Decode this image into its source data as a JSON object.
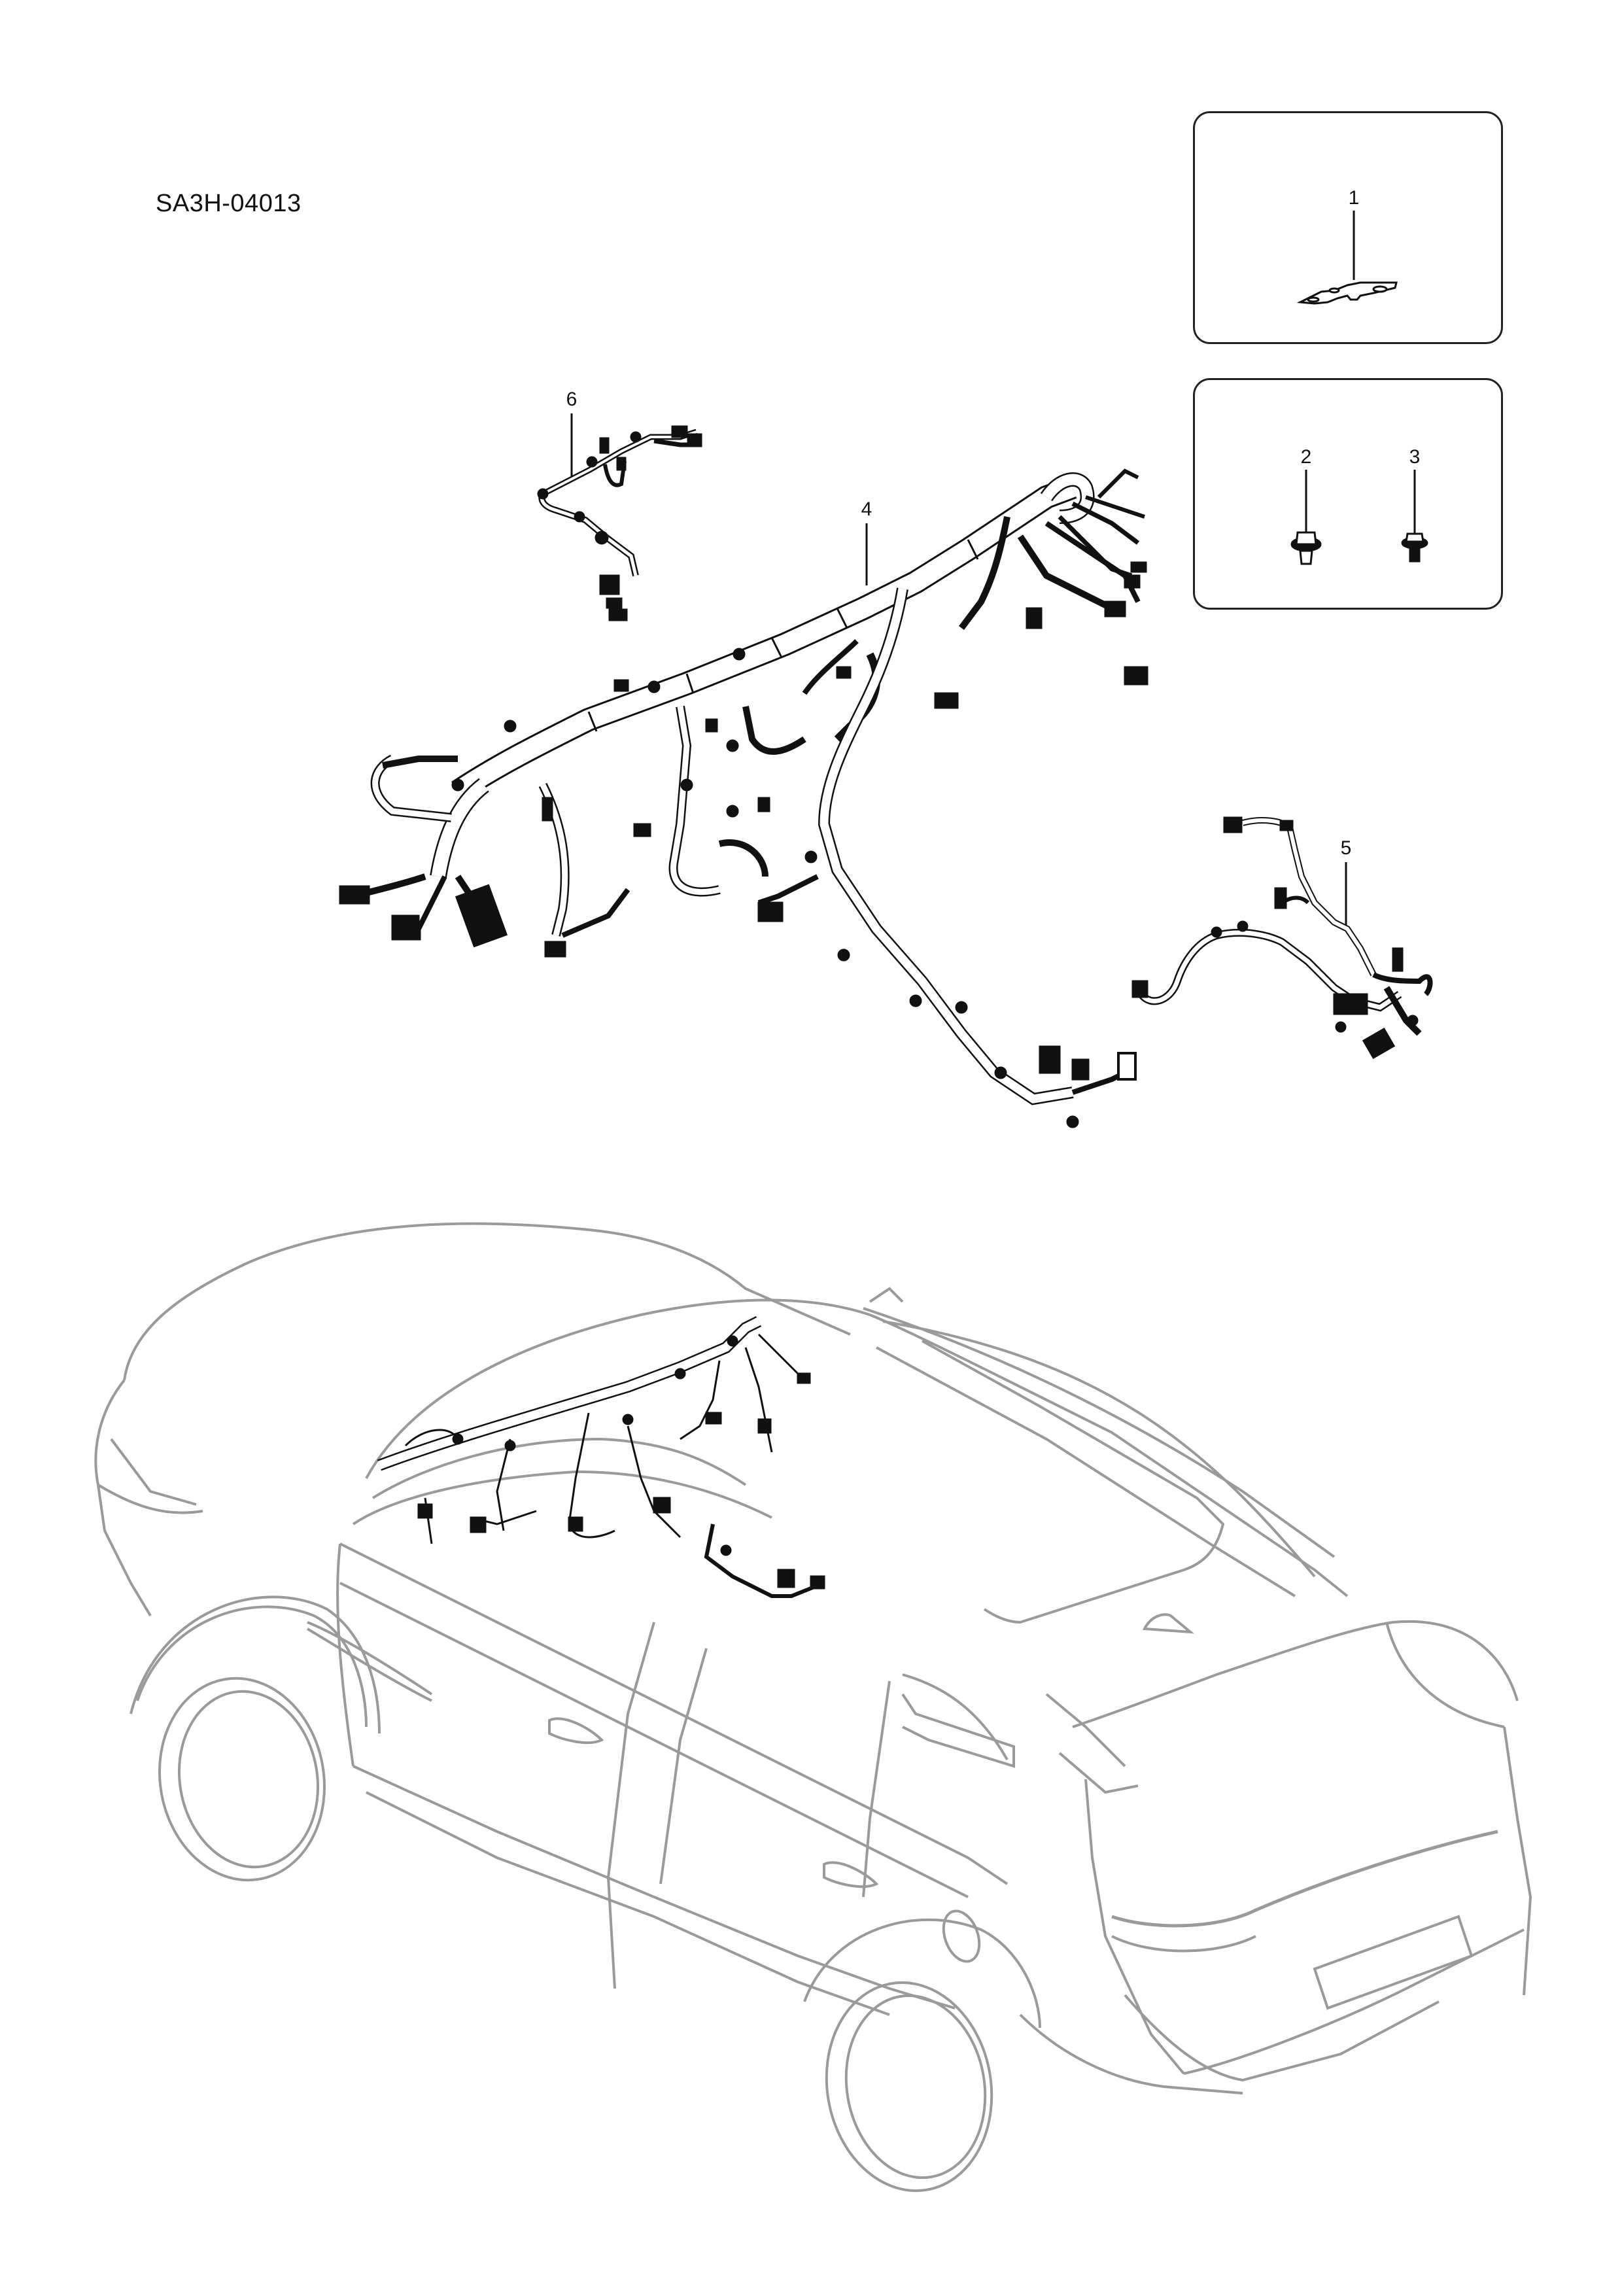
{
  "diagram": {
    "code": "SA3H-04013",
    "colors": {
      "line_art": "#111111",
      "vehicle_outline": "#9a9a9a",
      "background": "#ffffff"
    }
  },
  "callouts": [
    {
      "id": "1",
      "label": "1",
      "part": "bracket"
    },
    {
      "id": "2",
      "label": "2",
      "part": "bolt-with-clip"
    },
    {
      "id": "3",
      "label": "3",
      "part": "flange-bolt"
    },
    {
      "id": "4",
      "label": "4",
      "part": "instrument-panel-wiring-harness"
    },
    {
      "id": "5",
      "label": "5",
      "part": "wiring-harness-right"
    },
    {
      "id": "6",
      "label": "6",
      "part": "wiring-harness-left"
    }
  ],
  "insets": [
    {
      "id": "inset-1",
      "callouts": [
        "1"
      ]
    },
    {
      "id": "inset-2",
      "callouts": [
        "2",
        "3"
      ]
    }
  ]
}
